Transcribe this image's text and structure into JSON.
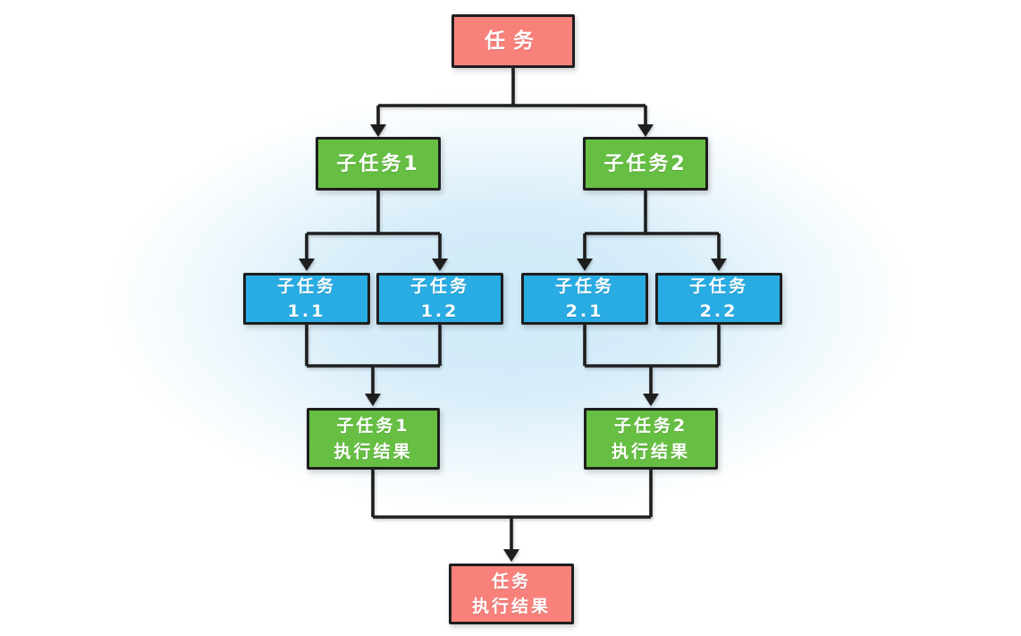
{
  "diagram": {
    "type": "flowchart",
    "nodes": {
      "task": {
        "label": "任务"
      },
      "sub1": {
        "label": "子任务1"
      },
      "sub2": {
        "label": "子任务2"
      },
      "sub11": {
        "label": "子任务\n1.1"
      },
      "sub12": {
        "label": "子任务\n1.2"
      },
      "sub21": {
        "label": "子任务\n2.1"
      },
      "sub22": {
        "label": "子任务\n2.2"
      },
      "res1": {
        "label": "子任务1\n执行结果"
      },
      "res2": {
        "label": "子任务2\n执行结果"
      },
      "restask": {
        "label": "任务\n执行结果"
      }
    },
    "edges": [
      {
        "from": "task",
        "to": "sub1"
      },
      {
        "from": "task",
        "to": "sub2"
      },
      {
        "from": "sub1",
        "to": "sub11"
      },
      {
        "from": "sub1",
        "to": "sub12"
      },
      {
        "from": "sub2",
        "to": "sub21"
      },
      {
        "from": "sub2",
        "to": "sub22"
      },
      {
        "from": "sub11",
        "to": "res1"
      },
      {
        "from": "sub12",
        "to": "res1"
      },
      {
        "from": "sub21",
        "to": "res2"
      },
      {
        "from": "sub22",
        "to": "res2"
      },
      {
        "from": "res1",
        "to": "restask"
      },
      {
        "from": "res2",
        "to": "restask"
      }
    ],
    "colors": {
      "task_fill": "#F8817B",
      "subtask_fill": "#66BF43",
      "leaf_fill": "#29ACE3",
      "line": "#1E1E1E",
      "text": "#FFFFFF",
      "background_glow": "#CDE9F7"
    }
  }
}
